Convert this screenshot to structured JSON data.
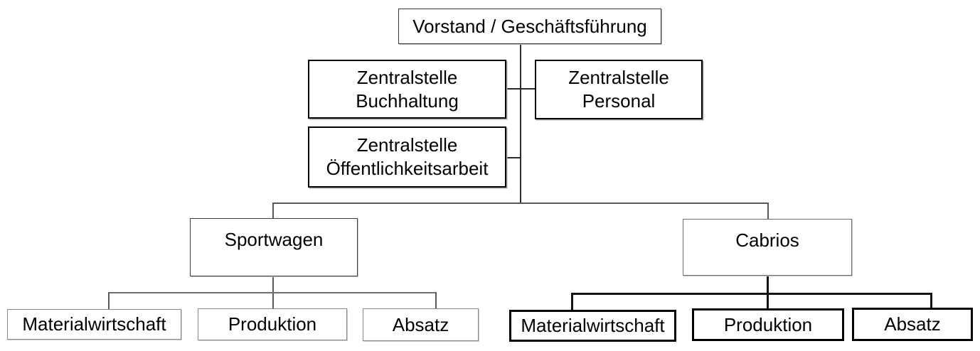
{
  "org_chart": {
    "root": {
      "label": "Vorstand / Geschäftsführung"
    },
    "staff_units": [
      {
        "line1": "Zentralstelle",
        "line2": "Buchhaltung"
      },
      {
        "line1": "Zentralstelle",
        "line2": "Personal"
      },
      {
        "line1": "Zentralstelle",
        "line2": "Öffentlichkeitsarbeit"
      }
    ],
    "divisions": [
      {
        "label": "Sportwagen",
        "departments": [
          {
            "label": "Materialwirtschaft"
          },
          {
            "label": "Produktion"
          },
          {
            "label": "Absatz"
          }
        ]
      },
      {
        "label": "Cabrios",
        "departments": [
          {
            "label": "Materialwirtschaft"
          },
          {
            "label": "Produktion"
          },
          {
            "label": "Absatz"
          }
        ]
      }
    ]
  },
  "colors": {
    "background": "#ffffff",
    "text": "#000000",
    "border_heavy": "#000000",
    "border_thin_gray": "#8a8a8a",
    "connector_dark": "#2b2b2b",
    "connector_gray": "#6f6f6f"
  }
}
